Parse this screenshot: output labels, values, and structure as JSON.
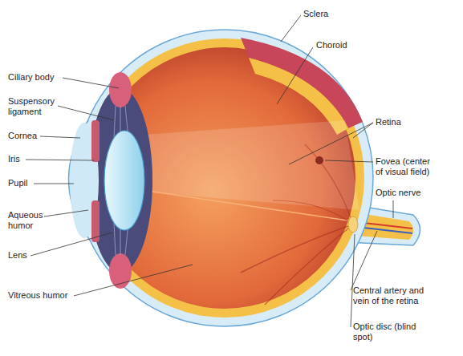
{
  "diagram": {
    "labels": [
      "Sclera",
      "Choroid",
      "Ciliary body",
      "Suspensory ligament",
      "Cornea",
      "Iris",
      "Pupil",
      "Aqueous humor",
      "Lens",
      "Vitreous humor",
      "Retina",
      "Fovea (center of visual field)",
      "Optic nerve",
      "Central artery and vein of the retina",
      "Optic disc (blind spot)"
    ]
  }
}
